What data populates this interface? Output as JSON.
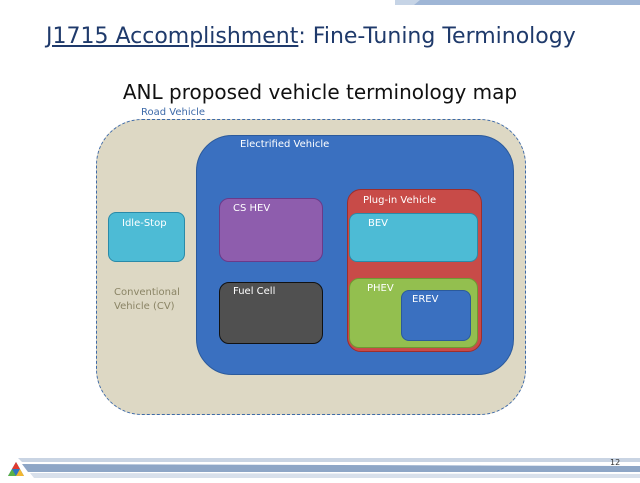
{
  "slide": {
    "title_accent": "J1715 Accomplishment",
    "title_sep": ":",
    "title_rest": " Fine-Tuning Terminology",
    "subtitle": "ANL proposed vehicle terminology map",
    "page_number": "12"
  },
  "diagram": {
    "road_vehicle": "Road Vehicle",
    "electrified_vehicle": "Electrified Vehicle",
    "idle_stop": "Idle-Stop",
    "conventional_line1": "Conventional",
    "conventional_line2": "Vehicle (CV)",
    "cs_hev": "CS HEV",
    "fuel_cell": "Fuel Cell",
    "plugin_vehicle": "Plug-in Vehicle",
    "bev": "BEV",
    "phev": "PHEV",
    "erev": "EREV"
  },
  "colors": {
    "title": "#1f3a6b",
    "road": "#ddd8c4",
    "electrified": "#3a70c0",
    "idle_stop": "#4dbbd5",
    "cs_hev": "#8e5dad",
    "fuel_cell": "#505050",
    "plugin": "#c84b48",
    "bev": "#4dbbd5",
    "phev": "#93bf4f",
    "erev": "#3a70c0"
  },
  "icons": {
    "logo": "argonne-triangle-logo"
  }
}
